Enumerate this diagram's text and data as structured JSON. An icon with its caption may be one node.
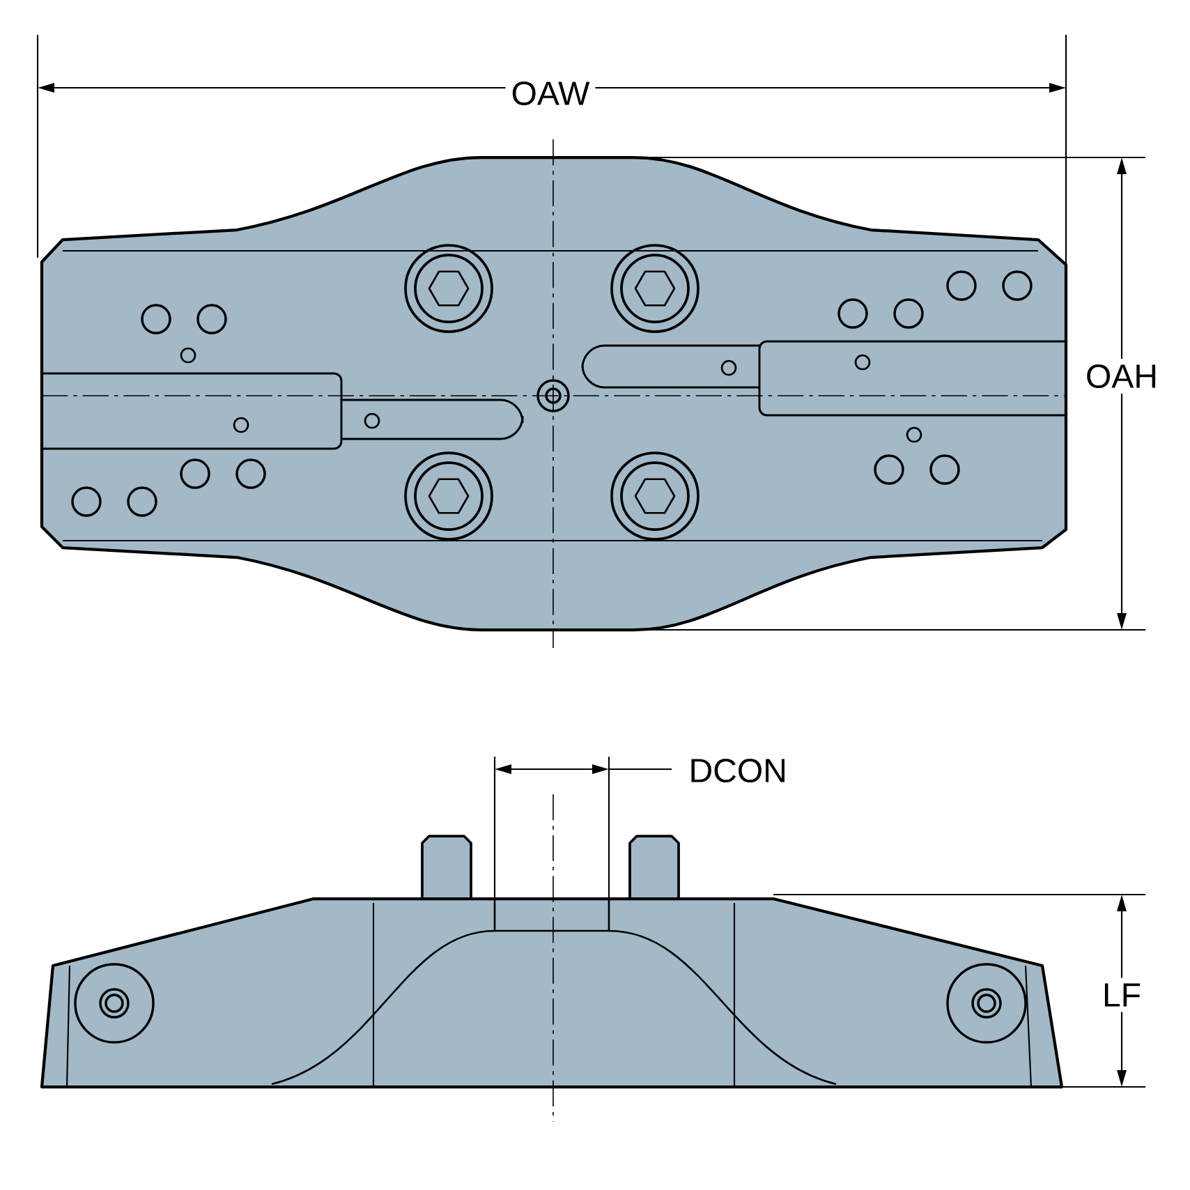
{
  "diagram": {
    "labels": [
      "OAW",
      "OAH",
      "DCON",
      "LF"
    ]
  }
}
